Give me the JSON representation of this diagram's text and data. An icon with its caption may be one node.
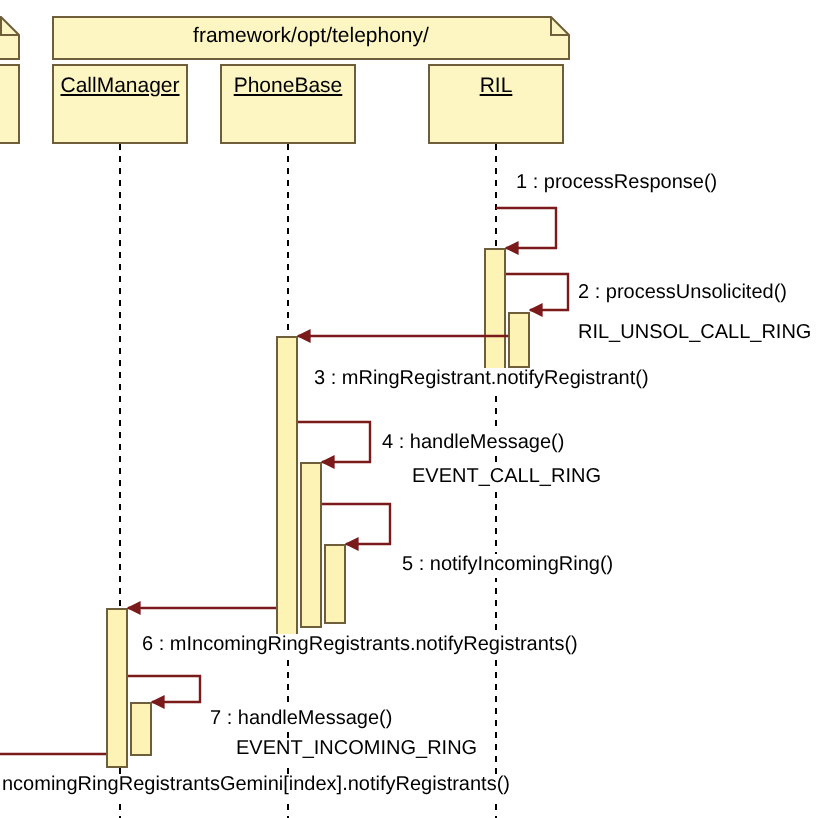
{
  "diagram": {
    "nodes": [
      {
        "text": [],
        "shape": "folder"
      },
      {
        "text": [
          "framework/opt/telephony/"
        ]
      },
      {
        "text": [],
        "shape": "box"
      },
      {
        "text": [
          "CallManager"
        ]
      },
      {
        "text": [
          "PhoneBase"
        ]
      },
      {
        "text": [
          "RIL"
        ]
      },
      {
        "text": [],
        "shape": "bar"
      },
      {
        "text": [],
        "shape": "bar"
      },
      {
        "text": [],
        "shape": "bar"
      },
      {
        "text": [],
        "shape": "bar"
      },
      {
        "text": [],
        "shape": "bar"
      },
      {
        "text": [],
        "shape": "bar"
      },
      {
        "text": [],
        "shape": "bar"
      }
    ],
    "edges": [
      {
        "from": null,
        "to": 6,
        "arrow": "to",
        "label": "1 : processResponse()"
      },
      {
        "from": 6,
        "to": 7,
        "arrow": "to",
        "label": "2 : processUnsolicited()"
      },
      {
        "from": 7,
        "to": 8,
        "arrow": "to",
        "label": "3 : mRingRegistrant.notifyRegistrant()"
      },
      {
        "from": 8,
        "to": 9,
        "arrow": "to",
        "label": "4 : handleMessage()"
      },
      {
        "from": 9,
        "to": 10,
        "arrow": "to",
        "label": "5 : notifyIncomingRing()"
      },
      {
        "from": 8,
        "to": 11,
        "arrow": "to",
        "label": "6 : mIncomingRingRegistrants.notifyRegistrants()"
      },
      {
        "from": 11,
        "to": 12,
        "arrow": "to",
        "label": "7 : handleMessage()"
      },
      {
        "from": 11,
        "to": null,
        "arrow": "none",
        "label": "ncomingRingRegistrantsGemini[index].notifyRegistrants()"
      }
    ],
    "labels": [
      "RIL_UNSOL_CALL_RING",
      "EVENT_CALL_RING",
      "EVENT_INCOMING_RING"
    ]
  }
}
